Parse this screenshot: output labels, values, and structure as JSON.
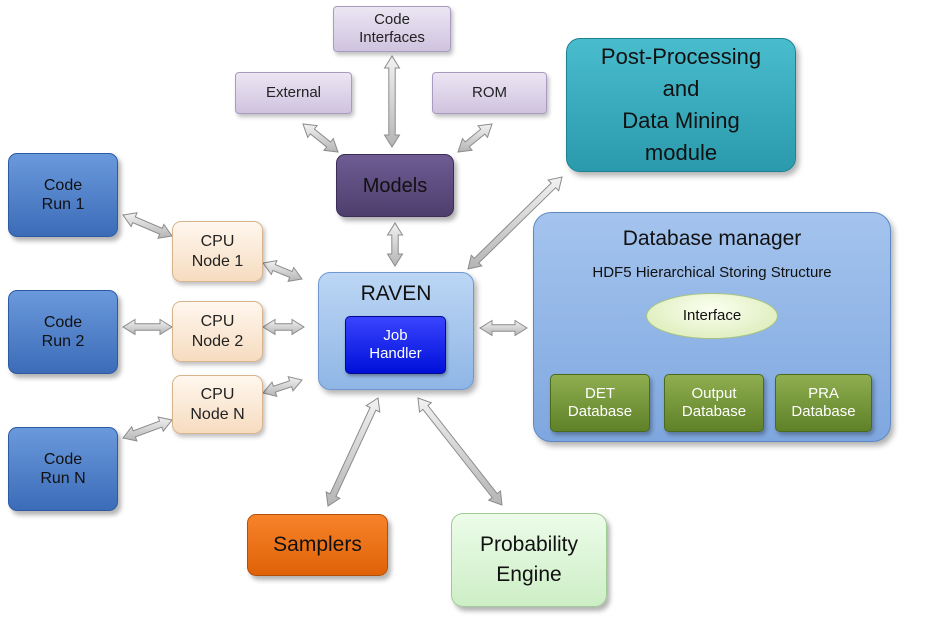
{
  "nodes": {
    "code_interfaces": [
      "Code",
      "Interfaces"
    ],
    "external": "External",
    "rom": "ROM",
    "models": "Models",
    "post_processing": [
      "Post-Processing",
      "and",
      "Data Mining",
      "module"
    ],
    "code_run_1": [
      "Code",
      "Run 1"
    ],
    "code_run_2": [
      "Code",
      "Run 2"
    ],
    "code_run_n": [
      "Code",
      "Run N"
    ],
    "cpu_node_1": [
      "CPU",
      "Node 1"
    ],
    "cpu_node_2": [
      "CPU",
      "Node 2"
    ],
    "cpu_node_n": [
      "CPU",
      "Node N"
    ],
    "raven": "RAVEN",
    "job_handler": [
      "Job",
      "Handler"
    ],
    "database_manager": "Database manager",
    "hdf5": "HDF5 Hierarchical Storing Structure",
    "interface": "Interface",
    "det_database": [
      "DET",
      "Database"
    ],
    "output_database": [
      "Output",
      "Database"
    ],
    "pra_database": [
      "PRA",
      "Database"
    ],
    "samplers": "Samplers",
    "probability_engine": [
      "Probability",
      "Engine"
    ]
  },
  "colors": {
    "lavender": "#d9d0e6",
    "models": "#5b4a7c",
    "teal": "#2fa9bb",
    "code_blue": "#4a7fcf",
    "cpu_peach": "#fbe8d4",
    "raven_panel": "#a9c8ee",
    "job_handler": "#0a14e0",
    "db_panel": "#8fb4e6",
    "interface": "#e9f3cf",
    "db_green": "#6f9137",
    "samplers": "#f07010",
    "probability": "#dcf6d8",
    "arrow": "#c6c6c6"
  }
}
